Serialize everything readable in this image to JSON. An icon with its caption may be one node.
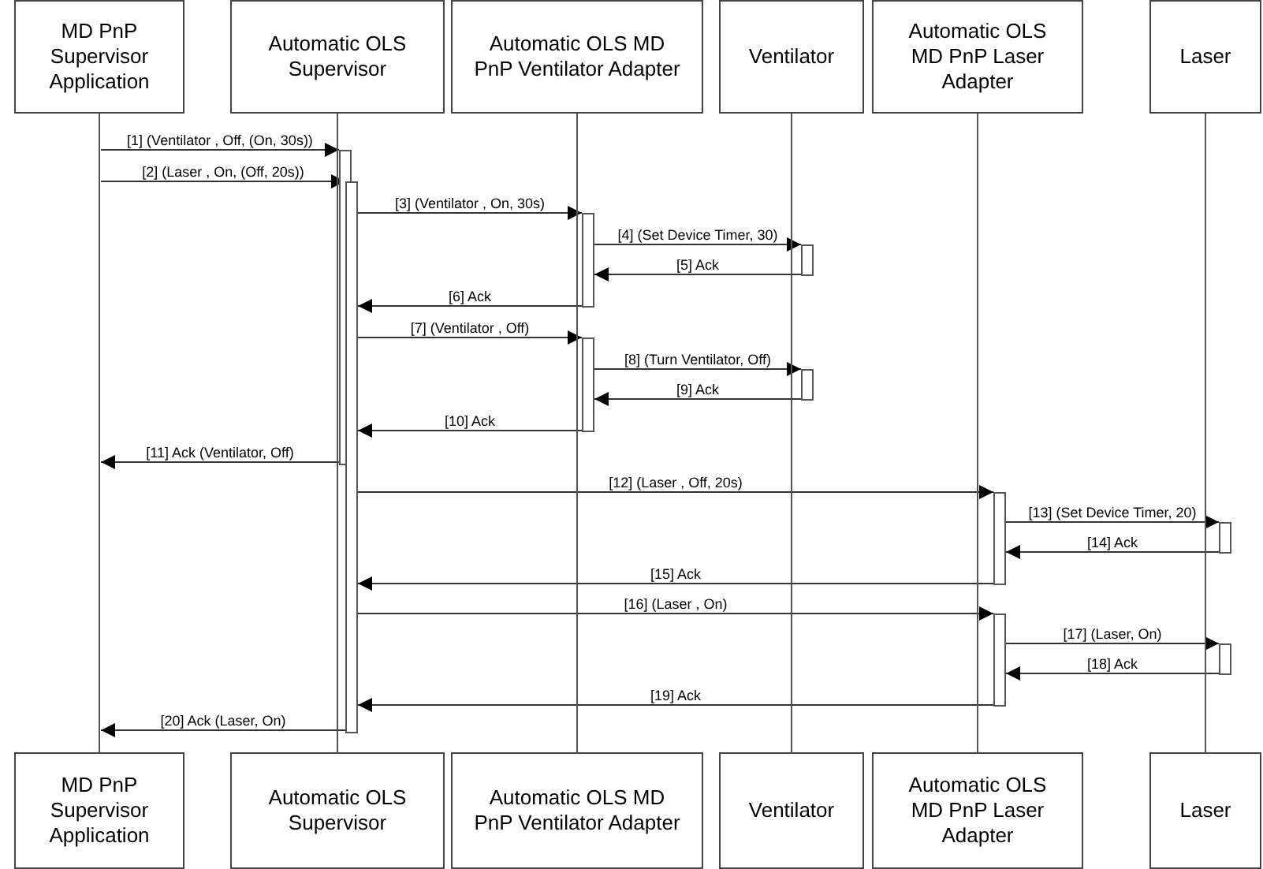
{
  "diagram": {
    "nodes": [
      {
        "text": [
          "MD PnP Supervisor Application"
        ]
      },
      {
        "text": [
          "Automatic OLS Supervisor"
        ]
      },
      {
        "text": [
          "Automatic OLS MD PnP Ventilator Adapter"
        ]
      },
      {
        "text": [
          "Ventilator"
        ]
      },
      {
        "text": [
          "Automatic OLS MD PnP Laser Adapter"
        ]
      },
      {
        "text": [
          "Laser"
        ]
      },
      {
        "text": [
          "MD PnP Supervisor Application"
        ]
      },
      {
        "text": [
          "Automatic OLS Supervisor"
        ]
      },
      {
        "text": [
          "Automatic OLS MD PnP Ventilator Adapter"
        ]
      },
      {
        "text": [
          "Ventilator"
        ]
      },
      {
        "text": [
          "Automatic OLS MD PnP Laser Adapter"
        ]
      },
      {
        "text": [
          "Laser"
        ]
      },
      {
        "text": [],
        "shape": "bar"
      },
      {
        "text": [],
        "shape": "bar"
      },
      {
        "text": [],
        "shape": "bar"
      },
      {
        "text": [],
        "shape": "bar"
      },
      {
        "text": [],
        "shape": "bar"
      },
      {
        "text": [],
        "shape": "bar"
      },
      {
        "text": [],
        "shape": "bar"
      },
      {
        "text": [],
        "shape": "bar"
      },
      {
        "text": [],
        "shape": "bar"
      },
      {
        "text": [],
        "shape": "bar"
      }
    ],
    "edges": [
      {
        "from": null,
        "to": 12,
        "arrow": "to",
        "label": "[1] (Ventilator , Off, (On, 30s))"
      },
      {
        "from": null,
        "to": 13,
        "arrow": "to",
        "label": "[2] (Laser , On, (Off, 20s))"
      },
      {
        "from": 13,
        "to": 14,
        "arrow": "to",
        "label": "[3] (Ventilator , On, 30s)"
      },
      {
        "from": 14,
        "to": 15,
        "arrow": "to",
        "label": "[4] (Set Device Timer, 30)"
      },
      {
        "from": 15,
        "to": 14,
        "arrow": "to",
        "label": "[5] Ack"
      },
      {
        "from": 14,
        "to": 13,
        "arrow": "to",
        "label": "[6] Ack"
      },
      {
        "from": 13,
        "to": 16,
        "arrow": "to",
        "label": "[7] (Ventilator , Off)"
      },
      {
        "from": 16,
        "to": 17,
        "arrow": "to",
        "label": "[8] (Turn Ventilator, Off)"
      },
      {
        "from": 17,
        "to": 16,
        "arrow": "to",
        "label": "[9] Ack"
      },
      {
        "from": 16,
        "to": 13,
        "arrow": "to",
        "label": "[10] Ack"
      },
      {
        "from": 12,
        "to": null,
        "arrow": "to",
        "label": "[11] Ack (Ventilator, Off)"
      },
      {
        "from": 13,
        "to": 18,
        "arrow": "to",
        "label": "[12] (Laser , Off, 20s)"
      },
      {
        "from": 18,
        "to": 19,
        "arrow": "to",
        "label": "[13] (Set Device Timer, 20)"
      },
      {
        "from": 19,
        "to": 18,
        "arrow": "to",
        "label": "[14] Ack"
      },
      {
        "from": 18,
        "to": 13,
        "arrow": "to",
        "label": "[15] Ack"
      },
      {
        "from": 13,
        "to": 20,
        "arrow": "to",
        "label": "[16] (Laser , On)"
      },
      {
        "from": 20,
        "to": 21,
        "arrow": "to",
        "label": "[17] (Laser, On)"
      },
      {
        "from": 21,
        "to": 20,
        "arrow": "to",
        "label": "[18] Ack"
      },
      {
        "from": 20,
        "to": 13,
        "arrow": "to",
        "label": "[19] Ack"
      },
      {
        "from": 13,
        "to": 6,
        "arrow": "to",
        "label": "[20] Ack (Laser, On)"
      },
      {
        "from": 0,
        "to": 6,
        "arrow": "none"
      },
      {
        "from": 1,
        "to": 7,
        "arrow": "none"
      },
      {
        "from": 2,
        "to": 8,
        "arrow": "none"
      },
      {
        "from": 3,
        "to": 9,
        "arrow": "none"
      },
      {
        "from": 4,
        "to": 10,
        "arrow": "none"
      },
      {
        "from": 5,
        "to": 11,
        "arrow": "none"
      }
    ]
  }
}
